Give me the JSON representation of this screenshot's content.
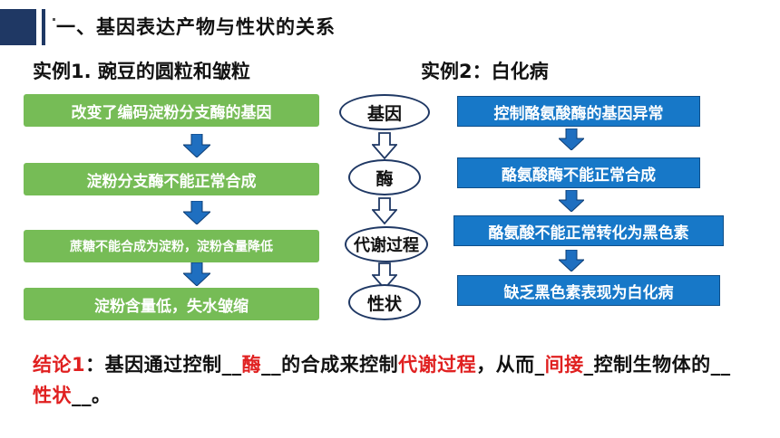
{
  "title": "一、基因表达产物与性状的关系",
  "example1": {
    "heading": "实例1. 豌豆的圆粒和皱粒",
    "steps": [
      "改变了编码淀粉分支酶的基因",
      "淀粉分支酶不能正常合成",
      "蔗糖不能合成为淀粉，淀粉含量降低",
      "淀粉含量低，失水皱缩"
    ]
  },
  "middle": {
    "steps": [
      "基因",
      "酶",
      "代谢过程",
      "性状"
    ]
  },
  "example2": {
    "heading": "实例2：白化病",
    "steps": [
      "控制酪氨酸酶的基因异常",
      "酪氨酸酶不能正常合成",
      "酪氨酸不能正常转化为黑色素",
      "缺乏黑色素表现为白化病"
    ]
  },
  "conclusion": {
    "label": "结论1",
    "part1": "：基因通过控制",
    "blank_pre1": "__",
    "answer1": "酶",
    "blank_post1": "__",
    "part2": "的合成来控制",
    "answer2": "代谢过程",
    "part3": "，从而",
    "blank_pre3": "_",
    "answer3": "间接",
    "blank_post3": "_",
    "part4": "控制生物体的",
    "blank_pre4": "__",
    "answer4": "性状",
    "blank_post4": "__",
    "end": "。"
  },
  "colors": {
    "green_box": "#76bc56",
    "blue_box": "#1778c8",
    "arrow_blue": "#1f6fc0",
    "navy": "#1f3864",
    "answer_red": "#e02020"
  }
}
